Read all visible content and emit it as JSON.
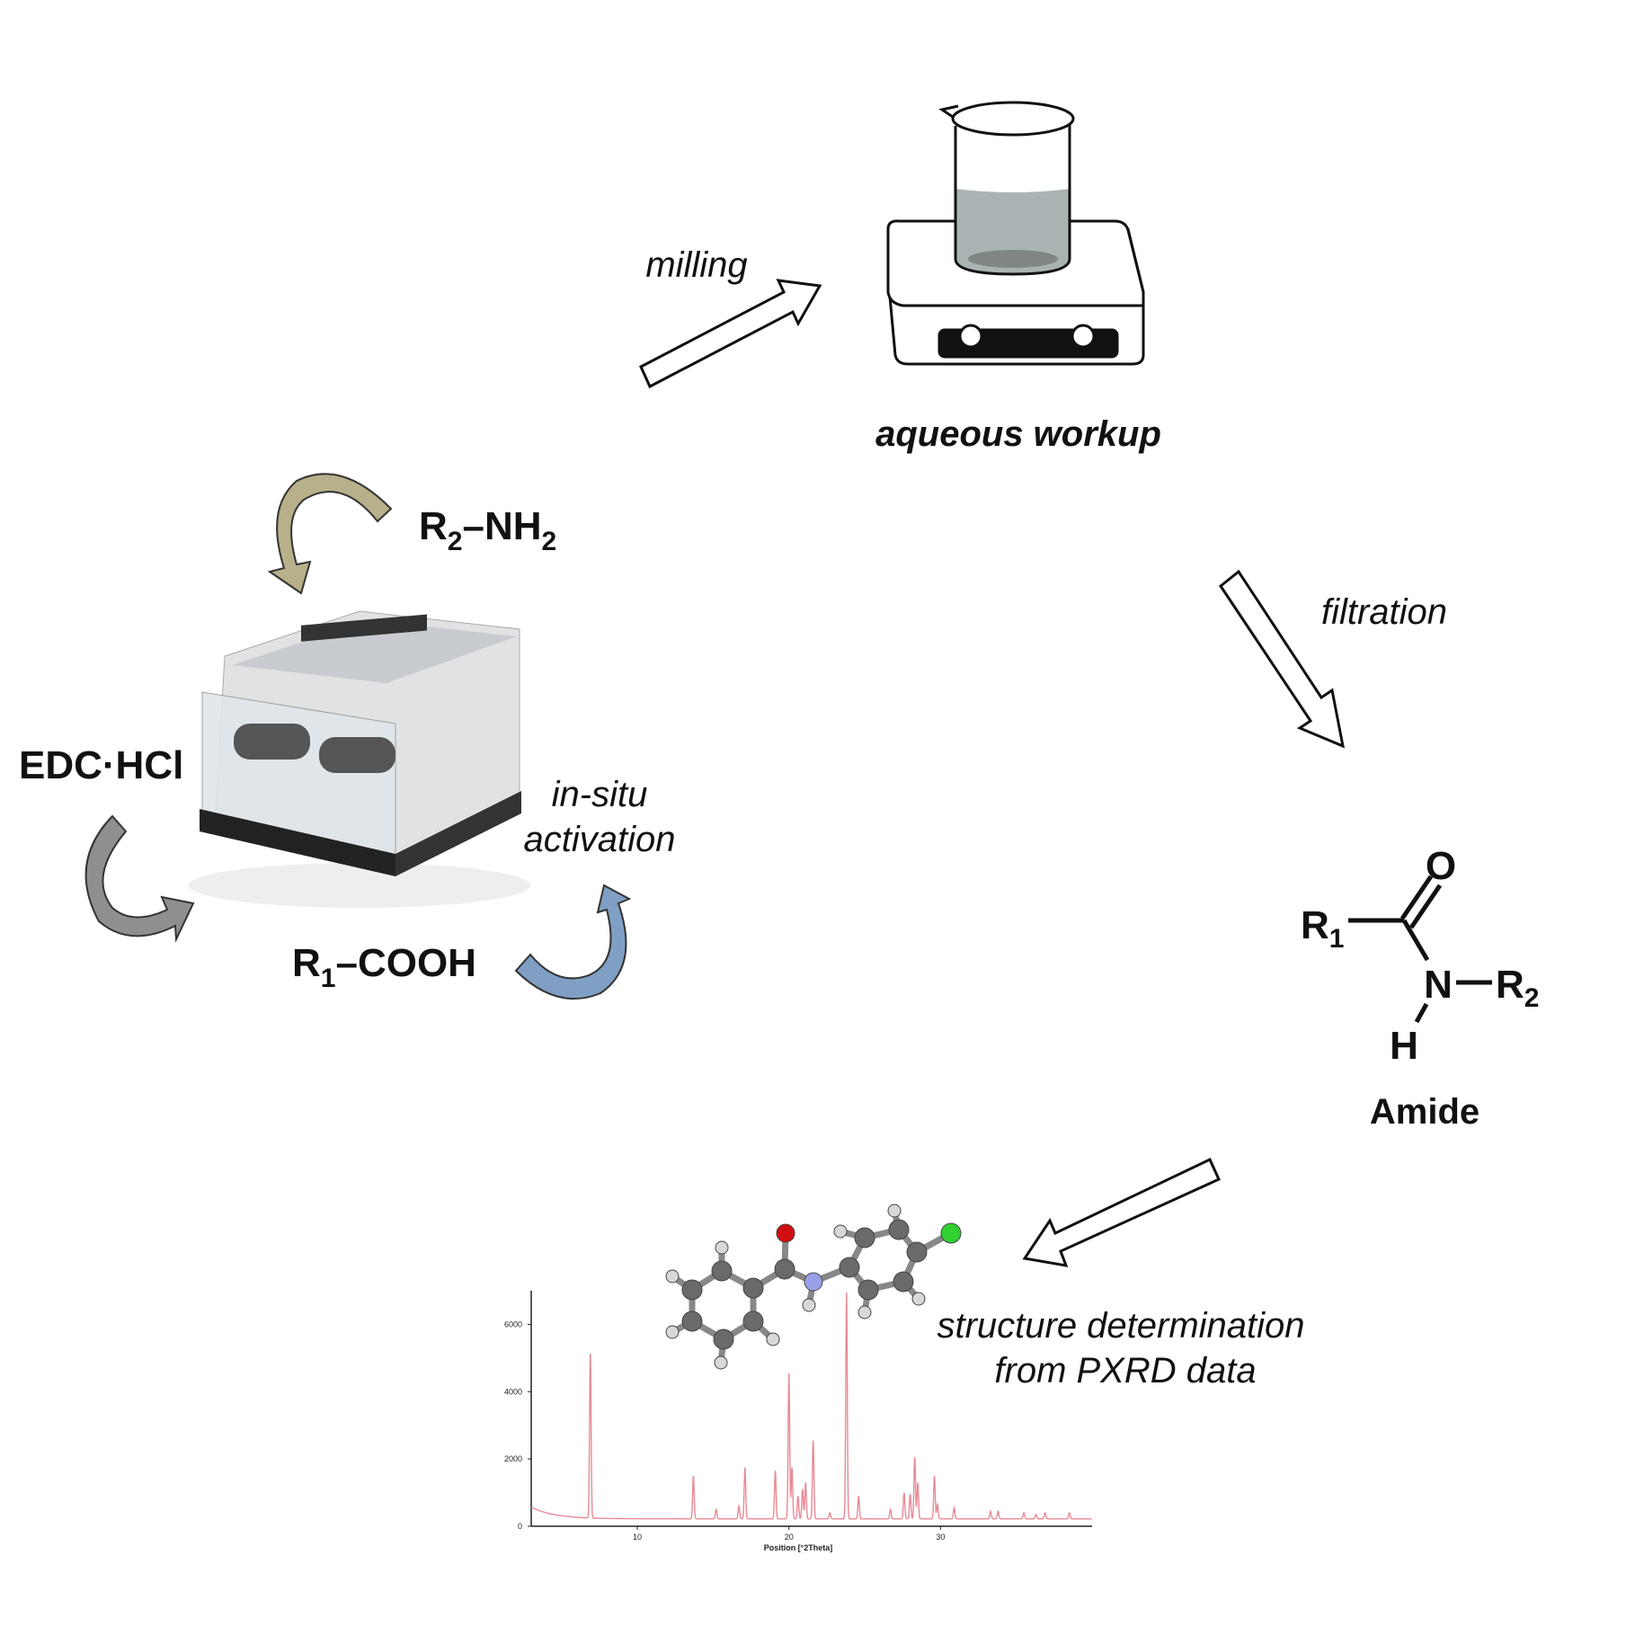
{
  "steps": {
    "milling": "milling",
    "aqueous_workup": "aqueous workup",
    "filtration": "filtration",
    "in_situ_line1": "in-situ",
    "in_situ_line2": "activation",
    "structure_line1": "structure determination",
    "structure_line2": "from PXRD data"
  },
  "reagents": {
    "amine_R": "R",
    "amine_R_sub": "2",
    "amine_rest": "–NH",
    "amine_H_sub": "2",
    "edc": "EDC·HCl",
    "acid_R": "R",
    "acid_R_sub": "1",
    "acid_rest": "–COOH"
  },
  "amide": {
    "O": "O",
    "R1": "R",
    "R1_sub": "1",
    "N": "N",
    "R2": "R",
    "R2_sub": "2",
    "H": "H",
    "label": "Amide"
  },
  "colors": {
    "tan_arrow": "#b8b08a",
    "gray_arrow": "#8f8f8f",
    "blue_arrow": "#7f9fc4",
    "pxrd_line": "#e88a96",
    "oxygen": "#d01010",
    "nitrogen": "#9aa0e8",
    "chlorine": "#30d030",
    "carbon": "#6a6a6a",
    "hydrogen": "#d8d8d8"
  },
  "chart_data": {
    "type": "line",
    "title": "",
    "xlabel": "Position [°2Theta]",
    "ylabel": "",
    "xlim": [
      3,
      40
    ],
    "ylim": [
      0,
      7000
    ],
    "xticks": [
      10,
      20,
      30
    ],
    "yticks": [
      0,
      2000,
      4000,
      6000
    ],
    "xtick_labels": [
      "10",
      "20",
      "30"
    ],
    "ytick_labels": [
      "0",
      "2000",
      "4000",
      "6000"
    ],
    "baseline": 220,
    "peaks": [
      {
        "x": 6.9,
        "y": 5100
      },
      {
        "x": 13.7,
        "y": 1500
      },
      {
        "x": 15.2,
        "y": 500
      },
      {
        "x": 16.7,
        "y": 600
      },
      {
        "x": 17.1,
        "y": 1750
      },
      {
        "x": 19.1,
        "y": 1650
      },
      {
        "x": 20.0,
        "y": 4550
      },
      {
        "x": 20.2,
        "y": 1750
      },
      {
        "x": 20.6,
        "y": 900
      },
      {
        "x": 20.9,
        "y": 1100
      },
      {
        "x": 21.1,
        "y": 1300
      },
      {
        "x": 21.6,
        "y": 2550
      },
      {
        "x": 22.7,
        "y": 400
      },
      {
        "x": 23.8,
        "y": 6950
      },
      {
        "x": 24.6,
        "y": 900
      },
      {
        "x": 26.7,
        "y": 500
      },
      {
        "x": 27.6,
        "y": 1000
      },
      {
        "x": 28.0,
        "y": 950
      },
      {
        "x": 28.3,
        "y": 2050
      },
      {
        "x": 28.5,
        "y": 1300
      },
      {
        "x": 29.6,
        "y": 1500
      },
      {
        "x": 29.8,
        "y": 650
      },
      {
        "x": 30.9,
        "y": 550
      },
      {
        "x": 33.3,
        "y": 450
      },
      {
        "x": 33.8,
        "y": 450
      },
      {
        "x": 35.5,
        "y": 400
      },
      {
        "x": 36.3,
        "y": 350
      },
      {
        "x": 36.9,
        "y": 400
      },
      {
        "x": 38.5,
        "y": 400
      }
    ]
  }
}
